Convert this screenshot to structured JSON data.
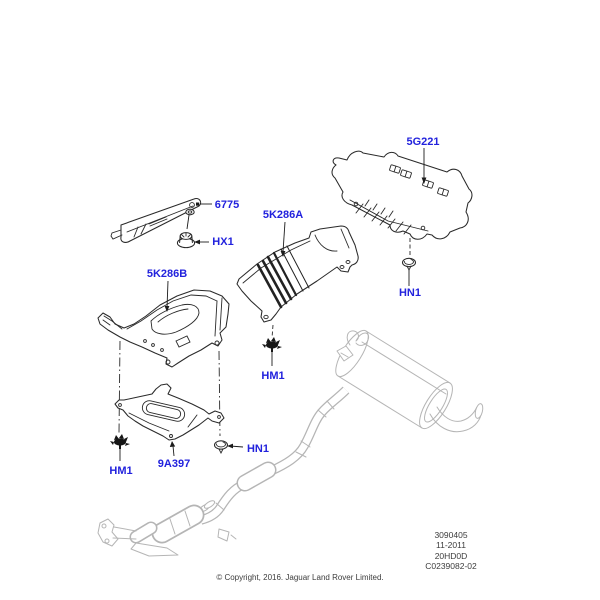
{
  "labels": {
    "shield_rear": "5G221",
    "bracket": "6775",
    "nut_hx1": "HX1",
    "shield_front": "5K286A",
    "shield_center": "5K286B",
    "nut_hn1_top": "HN1",
    "clip_hm1_center": "HM1",
    "shield_lower": "9A397",
    "clip_hm1_left": "HM1",
    "nut_hn1_bottom": "HN1"
  },
  "info_block": {
    "fig_number": "3090405",
    "date_code": "11-2011",
    "model_code": "20HD0D",
    "drawing_ref": "C0239082-02"
  },
  "footer": {
    "copyright": "© Copyright, 2016. Jaguar Land Rover Limited."
  },
  "colors": {
    "label_blue": "#2222dd",
    "line_color": "#2a2a2a",
    "reference_gray": "#b5b5b5",
    "background": "#ffffff"
  }
}
